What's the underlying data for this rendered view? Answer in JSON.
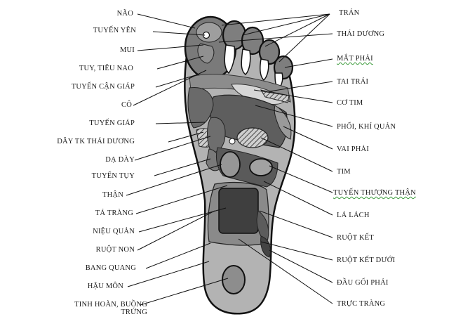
{
  "diagram": {
    "left_labels": [
      "NÃO",
      "TUYẾN YÊN",
      "MUI",
      "TUY, TIÊU NAO",
      "TUYẾN CẬN GIÁP",
      "CÔ",
      "TUYẾN GIÁP",
      "DÂY TK THÁI DƯƠNG",
      "DẠ DÀY",
      "TUYẾN TỤY",
      "THẬN",
      "TÁ TRÀNG",
      "NIỆU QUẢN",
      "RUỘT NON",
      "BANG QUANG",
      "HẬU MÔN",
      "TINH HOÀN, BUỒNG TRỨNG"
    ],
    "right_labels": [
      "TRÁN",
      "THÁI DƯƠNG",
      "MẮT PHẢI",
      "TAI TRÁI",
      "CƠ TIM",
      "PHỔI, KHÍ QUẢN",
      "VAI PHẢI",
      "TIM",
      "TUYẾN THƯỢNG THẬN",
      "LÁ LÁCH",
      "RUỘT KẾT",
      "RUỘT KẾT DƯỚI",
      "ĐẦU GỐI PHẢI",
      "TRỰC TRÀNG"
    ]
  }
}
